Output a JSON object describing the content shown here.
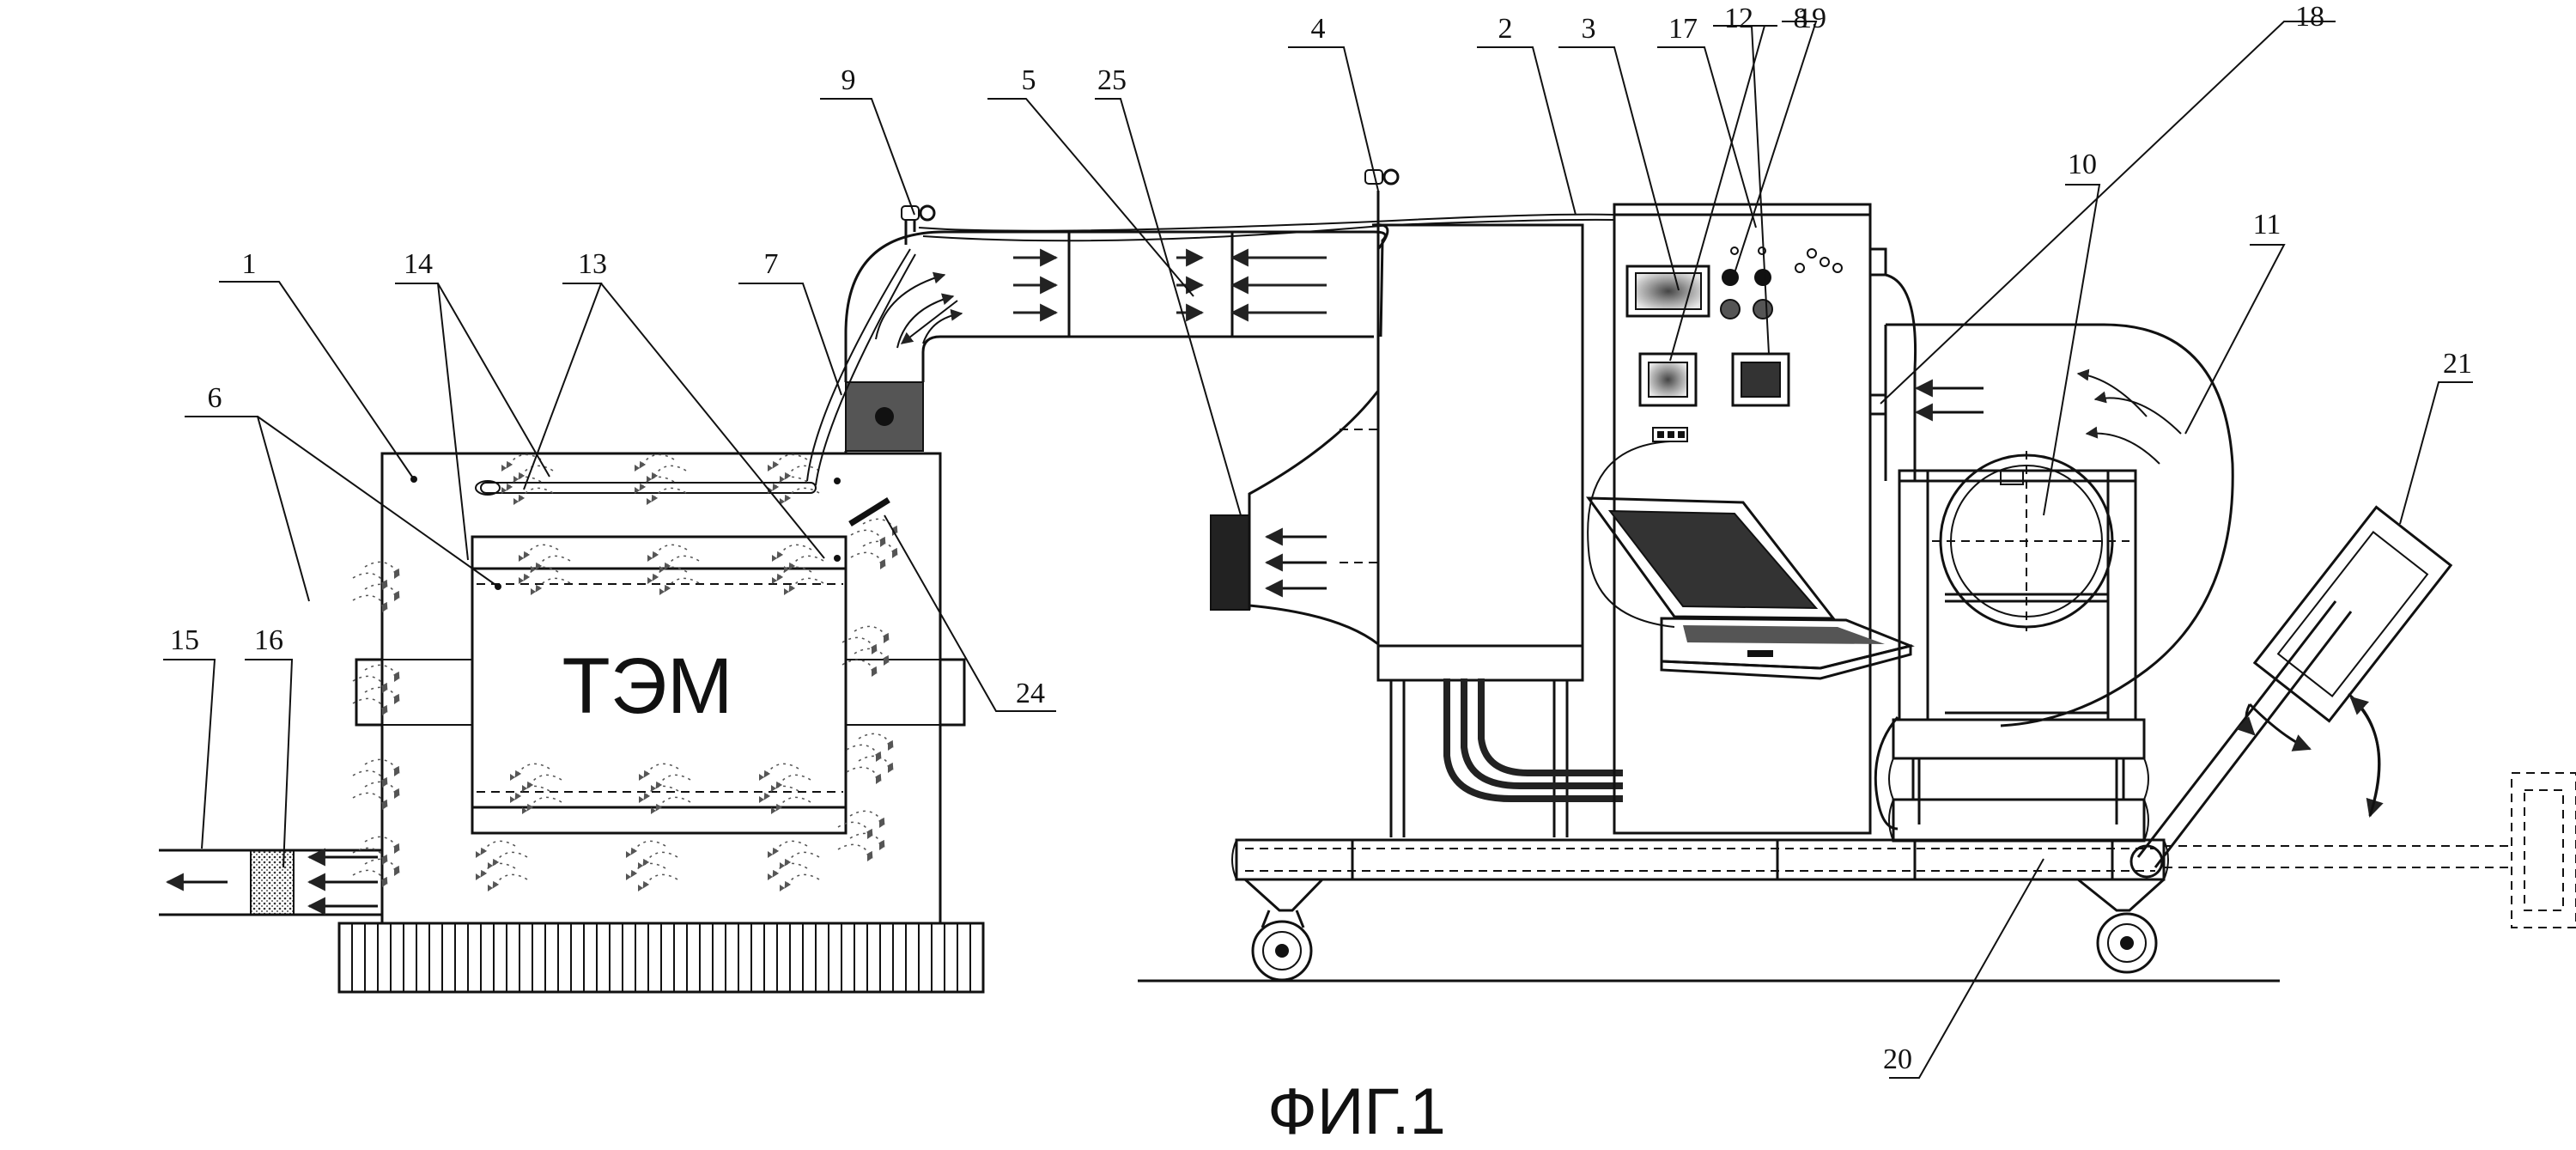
{
  "figure": {
    "caption": "ФИГ.1",
    "chamber_label": "ТЭМ"
  },
  "callouts": [
    {
      "id": "c1",
      "text": "1"
    },
    {
      "id": "c2",
      "text": "2"
    },
    {
      "id": "c3",
      "text": "3"
    },
    {
      "id": "c4",
      "text": "4"
    },
    {
      "id": "c5",
      "text": "5"
    },
    {
      "id": "c6",
      "text": "6"
    },
    {
      "id": "c7",
      "text": "7"
    },
    {
      "id": "c8",
      "text": "8"
    },
    {
      "id": "c9",
      "text": "9"
    },
    {
      "id": "c10",
      "text": "10"
    },
    {
      "id": "c11",
      "text": "11"
    },
    {
      "id": "c12",
      "text": "12"
    },
    {
      "id": "c13",
      "text": "13"
    },
    {
      "id": "c14",
      "text": "14"
    },
    {
      "id": "c15",
      "text": "15"
    },
    {
      "id": "c16",
      "text": "16"
    },
    {
      "id": "c17",
      "text": "17"
    },
    {
      "id": "c18",
      "text": "18"
    },
    {
      "id": "c19",
      "text": "19"
    },
    {
      "id": "c20",
      "text": "20"
    },
    {
      "id": "c21",
      "text": "21"
    },
    {
      "id": "c24",
      "text": "24"
    },
    {
      "id": "c25",
      "text": "25"
    }
  ]
}
